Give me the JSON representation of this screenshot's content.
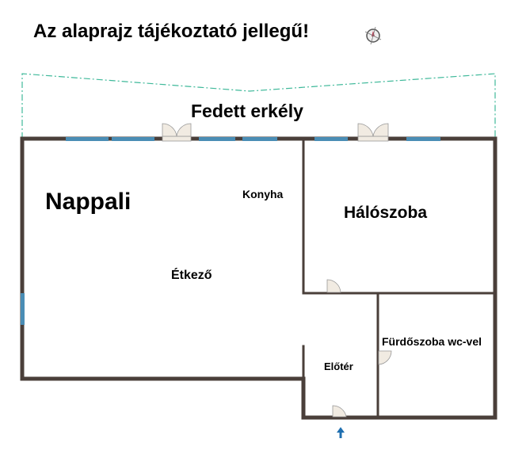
{
  "title": "Az alaprajz tájékoztató jellegű!",
  "compass_icon": "compass-icon",
  "rooms": {
    "balcony": "Fedett erkély",
    "living": "Nappali",
    "kitchen": "Konyha",
    "dining": "Étkező",
    "bedroom": "Hálószoba",
    "bathroom": "Fürdőszoba wc-vel",
    "hall": "Előtér"
  },
  "colors": {
    "wall": "#4a3f3a",
    "window": "#4a8db5",
    "balcony_line": "#3fb99a",
    "door_fill": "#f1ebe2",
    "entrance_arrow": "#1f6fb0"
  }
}
